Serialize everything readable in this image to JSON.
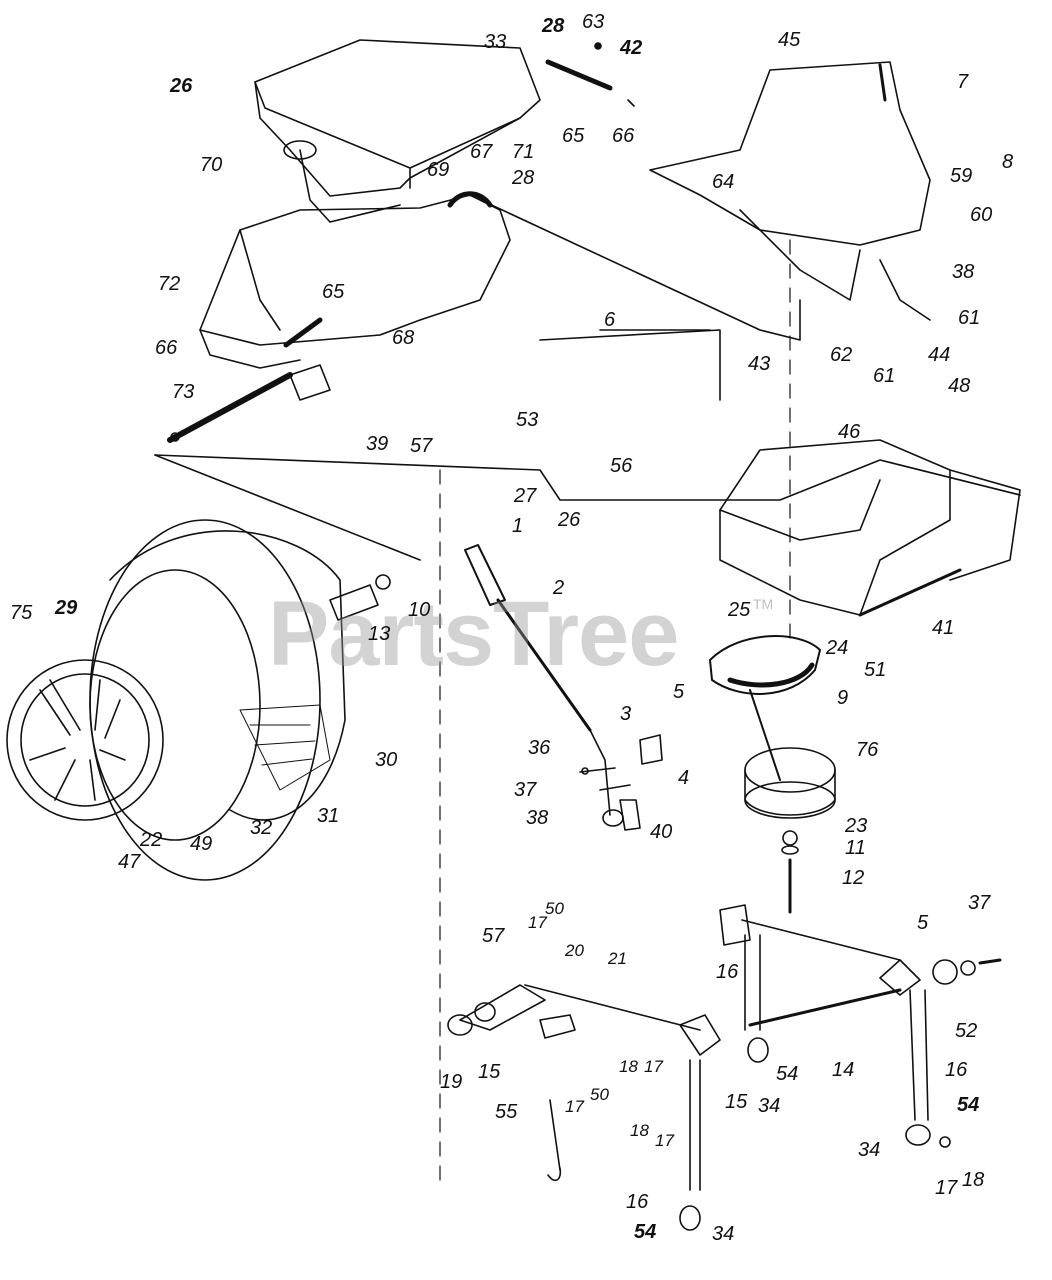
{
  "watermark": {
    "text": "PartsTree",
    "trademark": "TM"
  },
  "part_callouts": [
    {
      "id": "c26a",
      "label": "26"
    },
    {
      "id": "c33",
      "label": "33"
    },
    {
      "id": "c28a",
      "label": "28"
    },
    {
      "id": "c63",
      "label": "63"
    },
    {
      "id": "c42",
      "label": "42"
    },
    {
      "id": "c45",
      "label": "45"
    },
    {
      "id": "c7",
      "label": "7"
    },
    {
      "id": "c8",
      "label": "8"
    },
    {
      "id": "c70",
      "label": "70"
    },
    {
      "id": "c71",
      "label": "71"
    },
    {
      "id": "c65a",
      "label": "65"
    },
    {
      "id": "c66a",
      "label": "66"
    },
    {
      "id": "c67",
      "label": "67"
    },
    {
      "id": "c28b",
      "label": "28"
    },
    {
      "id": "c69",
      "label": "69"
    },
    {
      "id": "c64",
      "label": "64"
    },
    {
      "id": "c59",
      "label": "59"
    },
    {
      "id": "c60",
      "label": "60"
    },
    {
      "id": "c72",
      "label": "72"
    },
    {
      "id": "c65b",
      "label": "65"
    },
    {
      "id": "c68",
      "label": "68"
    },
    {
      "id": "c66b",
      "label": "66"
    },
    {
      "id": "c73",
      "label": "73"
    },
    {
      "id": "c38a",
      "label": "38"
    },
    {
      "id": "c61a",
      "label": "61"
    },
    {
      "id": "c62",
      "label": "62"
    },
    {
      "id": "c61b",
      "label": "61"
    },
    {
      "id": "c44",
      "label": "44"
    },
    {
      "id": "c6",
      "label": "6"
    },
    {
      "id": "c43",
      "label": "43"
    },
    {
      "id": "c39",
      "label": "39"
    },
    {
      "id": "c57a",
      "label": "57"
    },
    {
      "id": "c53",
      "label": "53"
    },
    {
      "id": "c56",
      "label": "56"
    },
    {
      "id": "c48",
      "label": "48"
    },
    {
      "id": "c46",
      "label": "46"
    },
    {
      "id": "c27",
      "label": "27"
    },
    {
      "id": "c26b",
      "label": "26"
    },
    {
      "id": "c1",
      "label": "1"
    },
    {
      "id": "c2",
      "label": "2"
    },
    {
      "id": "c25",
      "label": "25"
    },
    {
      "id": "c41",
      "label": "41"
    },
    {
      "id": "c75",
      "label": "75"
    },
    {
      "id": "c29",
      "label": "29"
    },
    {
      "id": "c10",
      "label": "10"
    },
    {
      "id": "c13",
      "label": "13"
    },
    {
      "id": "c24",
      "label": "24"
    },
    {
      "id": "c51",
      "label": "51"
    },
    {
      "id": "c9",
      "label": "9"
    },
    {
      "id": "c5a",
      "label": "5"
    },
    {
      "id": "c3",
      "label": "3"
    },
    {
      "id": "c36",
      "label": "36"
    },
    {
      "id": "c76",
      "label": "76"
    },
    {
      "id": "c4",
      "label": "4"
    },
    {
      "id": "c30",
      "label": "30"
    },
    {
      "id": "c37a",
      "label": "37"
    },
    {
      "id": "c38b",
      "label": "38"
    },
    {
      "id": "c40",
      "label": "40"
    },
    {
      "id": "c31",
      "label": "31"
    },
    {
      "id": "c32",
      "label": "32"
    },
    {
      "id": "c22",
      "label": "22"
    },
    {
      "id": "c49",
      "label": "49"
    },
    {
      "id": "c47",
      "label": "47"
    },
    {
      "id": "c23",
      "label": "23"
    },
    {
      "id": "c11",
      "label": "11"
    },
    {
      "id": "c12",
      "label": "12"
    },
    {
      "id": "c50a",
      "label": "50"
    },
    {
      "id": "c17a",
      "label": "17"
    },
    {
      "id": "c57b",
      "label": "57"
    },
    {
      "id": "c37b",
      "label": "37"
    },
    {
      "id": "c20",
      "label": "20"
    },
    {
      "id": "c5b",
      "label": "5"
    },
    {
      "id": "c21",
      "label": "21"
    },
    {
      "id": "c16a",
      "label": "16"
    },
    {
      "id": "c52",
      "label": "52"
    },
    {
      "id": "c19",
      "label": "19"
    },
    {
      "id": "c15a",
      "label": "15"
    },
    {
      "id": "c18a",
      "label": "18"
    },
    {
      "id": "c17b",
      "label": "17"
    },
    {
      "id": "c54a",
      "label": "54"
    },
    {
      "id": "c14",
      "label": "14"
    },
    {
      "id": "c16b",
      "label": "16"
    },
    {
      "id": "c15b",
      "label": "15"
    },
    {
      "id": "c34a",
      "label": "34"
    },
    {
      "id": "c55",
      "label": "55"
    },
    {
      "id": "c17c",
      "label": "17"
    },
    {
      "id": "c50b",
      "label": "50"
    },
    {
      "id": "c54b",
      "label": "54"
    },
    {
      "id": "c18b",
      "label": "18"
    },
    {
      "id": "c17d",
      "label": "17"
    },
    {
      "id": "c34b",
      "label": "34"
    },
    {
      "id": "c18c",
      "label": "18"
    },
    {
      "id": "c17e",
      "label": "17"
    },
    {
      "id": "c16c",
      "label": "16"
    },
    {
      "id": "c54c",
      "label": "54"
    },
    {
      "id": "c34c",
      "label": "34"
    }
  ]
}
